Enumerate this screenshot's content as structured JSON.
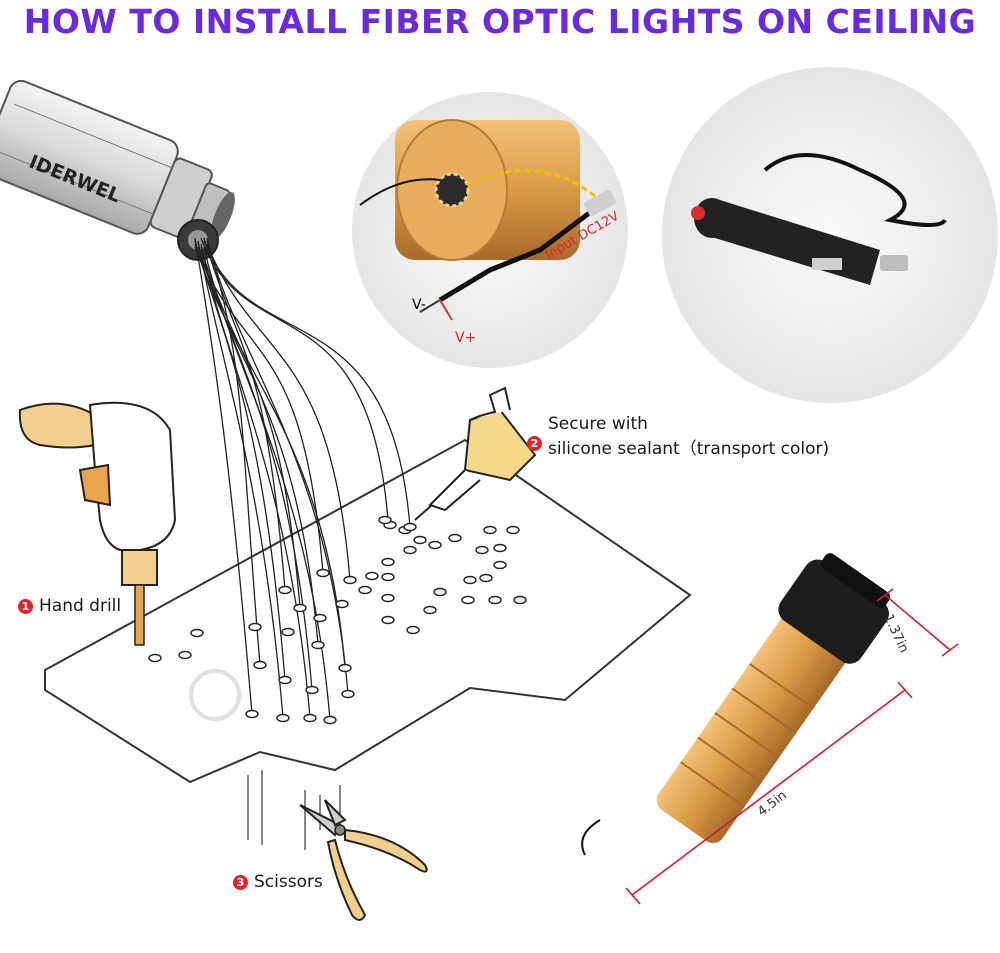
{
  "title": "HOW TO INSTALL FIBER OPTIC LIGHTS ON CEILING",
  "brand": "IDERWEL",
  "steps": [
    {
      "num": "1",
      "label": "Hand drill"
    },
    {
      "num": "2",
      "line1": "Secure with",
      "line2": "silicone sealant（transport color)"
    },
    {
      "num": "3",
      "label": "Scissors"
    }
  ],
  "connector": {
    "input_label": "Input DC12V",
    "neg": "V-",
    "pos": "V+"
  },
  "dimensions": {
    "diameter": "1.37in",
    "length": "4.5in"
  },
  "colors": {
    "title": "#6a2be0",
    "accent": "#e0242b",
    "gold": "#d79a45"
  }
}
